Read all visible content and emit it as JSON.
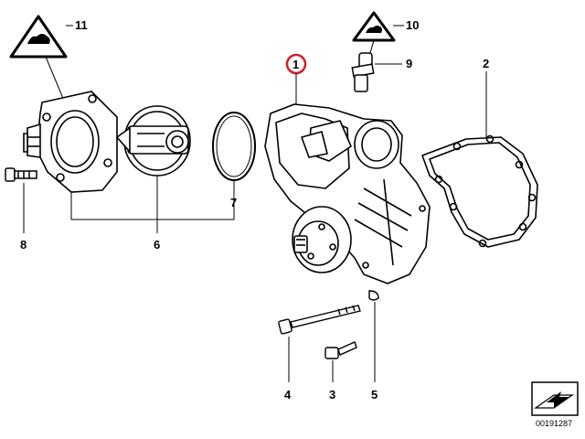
{
  "diagram": {
    "callouts": {
      "c1": "1",
      "c2": "2",
      "c3": "3",
      "c4": "4",
      "c5": "5",
      "c6": "6",
      "c7": "7",
      "c8": "8",
      "c9": "9",
      "c10": "10",
      "c11": "11"
    },
    "highlighted_callout": "1",
    "highlight_color": "#d0202a",
    "diagram_number": "00191287"
  }
}
